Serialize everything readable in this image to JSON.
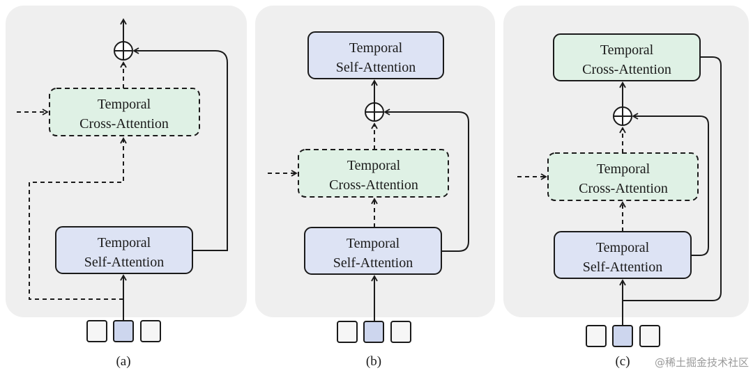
{
  "labels": {
    "temporal": "Temporal",
    "self_attention": "Self-Attention",
    "cross_attention": "Cross-Attention"
  },
  "captions": {
    "a": "(a)",
    "b": "(b)",
    "c": "(c)"
  },
  "watermark": "@稀土掘金技术社区",
  "colors": {
    "self_attention_fill": "#dde3f4",
    "cross_attention_fill": "#dff1e5",
    "panel_background": "#efefef"
  }
}
